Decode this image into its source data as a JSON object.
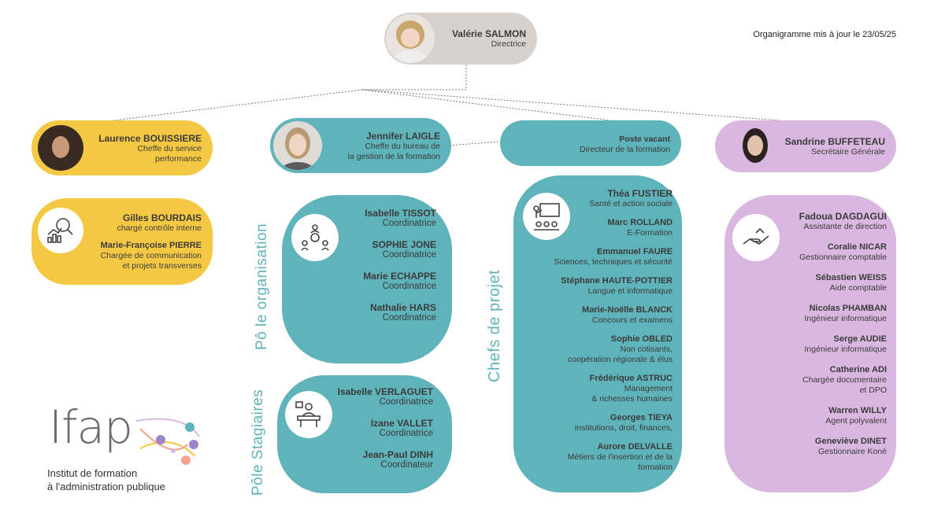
{
  "update_note": "Organigramme mis à jour le 23/05/25",
  "director": {
    "name": "Valérie SALMON",
    "role": "Directrice"
  },
  "perf": {
    "name": "Laurence BOUISSIERE",
    "role_l1": "Cheffe du service",
    "role_l2": "performance"
  },
  "perf_team": [
    {
      "name": "Gilles BOURDAIS",
      "role": "chargé contrôle interne"
    },
    {
      "name": "Marie-Françoise PIERRE",
      "role_l1": "Chargée de communication",
      "role_l2": "et projets transverses"
    }
  ],
  "formation_head": {
    "name": "Jennifer LAIGLE",
    "role_l1": "Cheffe du bureau de",
    "role_l2": "la gestion de la formation"
  },
  "formation_director": {
    "name": "Poste vacant",
    "role": "Directeur de la formation"
  },
  "secretary": {
    "name": "Sandrine BUFFETEAU",
    "role": "Secrétaire Générale"
  },
  "pole_orga": {
    "title": "Pô le organisation",
    "members": [
      {
        "name": "Isabelle TISSOT",
        "role": "Coordinatrice"
      },
      {
        "name": "SOPHIE JONE",
        "role": "Coordinatrice"
      },
      {
        "name": "Marie ECHAPPE",
        "role": "Coordinatrice"
      },
      {
        "name": "Nathalie HARS",
        "role": "Coordinatrice"
      }
    ]
  },
  "pole_stagiaires": {
    "title": "Pôle Stagiaires",
    "members": [
      {
        "name": "Isabelle VERLAGUET",
        "role": "Coordinatrice"
      },
      {
        "name": "Izane VALLET",
        "role": "Coordinatrice"
      },
      {
        "name": "Jean-Paul DINH",
        "role": "Coordinateur"
      }
    ]
  },
  "chefs_projet": {
    "title": "Chefs de projet",
    "members": [
      {
        "name": "Théa FUSTIER",
        "role": "Santé et action sociale"
      },
      {
        "name": "Marc ROLLAND",
        "role": "E-Formation"
      },
      {
        "name": "Emmanuel FAURE",
        "role": "Sciences, techniques et sécurité"
      },
      {
        "name": "Stéphane HAUTE-POTTIER",
        "role": "Langue et informatique"
      },
      {
        "name": "Marie-Noëlle BLANCK",
        "role": "Concours et examens"
      },
      {
        "name": "Sophie OBLED",
        "role": "Non cotisants,",
        "role_l2": "coopération régionale & élus"
      },
      {
        "name": "Frédérique ASTRUC",
        "role": "Management",
        "role_l2": "& richesses humaines"
      },
      {
        "name": "Georges TIEYA",
        "role": "Institutions, droit, finances,"
      },
      {
        "name": "Aurore DELVALLE",
        "role": "Métiers de l'insertion et de la",
        "role_l2": "formation"
      }
    ]
  },
  "admin_team": [
    {
      "name": "Fadoua DAGDAGUI",
      "role": "Assistante de direction"
    },
    {
      "name": "Coralie NICAR",
      "role": "Gestionnaire comptable"
    },
    {
      "name": "Sébastien WEISS",
      "role": "Aide comptable"
    },
    {
      "name": "Nicolas PHAMBAN",
      "role": "Ingénieur informatique"
    },
    {
      "name": "Serge AUDIE",
      "role": "Ingénieur informatique"
    },
    {
      "name": "Catherine ADI",
      "role": "Chargée documentaire",
      "role_l2": "et DPO"
    },
    {
      "name": "Warren WILLY",
      "role": "Agent polyvalent"
    },
    {
      "name": "Geneviève DINET",
      "role": "Gestionnaire Koné"
    }
  ],
  "logo": {
    "word": "Ifap",
    "line1": "Institut de formation",
    "line2": "à l'administration publique"
  },
  "colors": {
    "teal": "#5fb3ba",
    "yellow": "#f5c844",
    "lilac": "#d9b7e0",
    "grey": "#d8d2cf"
  }
}
